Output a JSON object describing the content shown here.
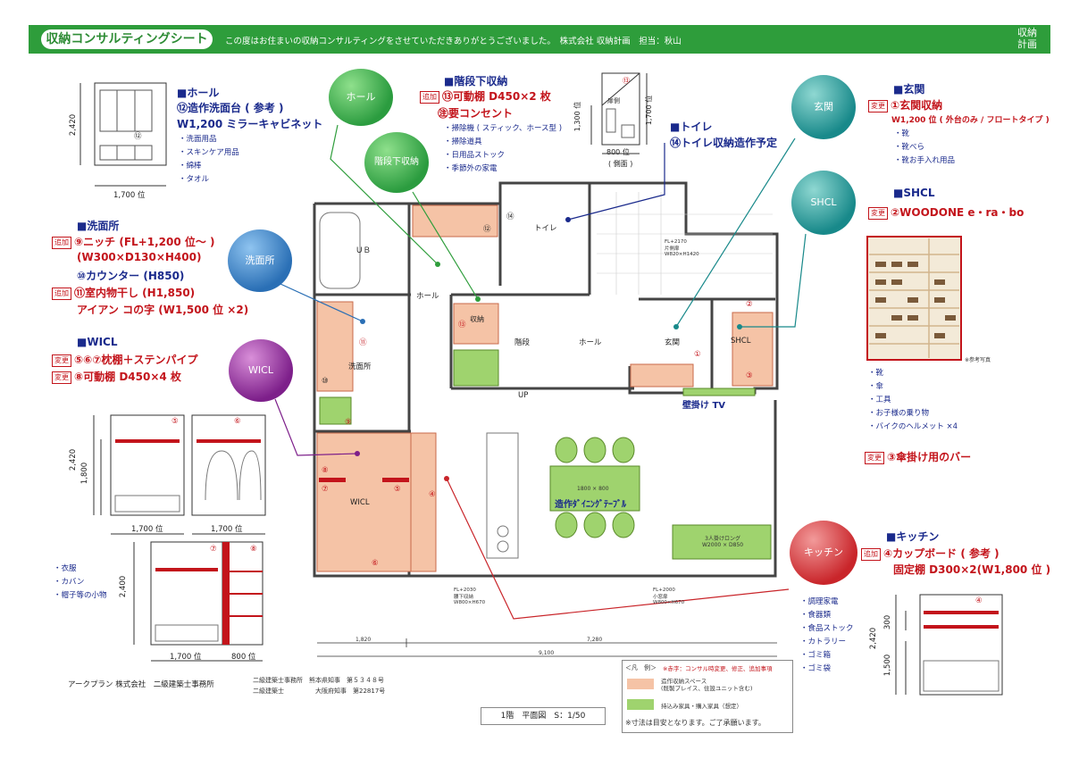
{
  "header": {
    "title": "収納コンサルティングシート",
    "message": "この度はお住まいの収納コンサルティングをさせていただきありがとうございました。　株式会社 収納計画　担当：秋山",
    "logo": "収納\n計画"
  },
  "badges": {
    "add": "追加",
    "change": "変更"
  },
  "circles": {
    "hall": "ホール",
    "stair": "階段下収納",
    "wash": "洗面所",
    "wicl": "WICL",
    "genkan": "玄関",
    "shcl": "SHCL",
    "kitchen": "キッチン"
  },
  "hall": {
    "title": "■ホール",
    "line1": "⑫造作洗面台 ( 参考 )",
    "line2": "W1,200 ミラーキャビネット",
    "items": [
      "・洗面用品",
      "・スキンケア用品",
      "・綿棒",
      "・タオル"
    ],
    "dim_w": "1,700 位",
    "dim_h": "2,420",
    "num": "⑫"
  },
  "stair": {
    "title": "■階段下収納",
    "line1": "⑬可動棚 D450×2 枚",
    "line2": "㊟要コンセント",
    "items": [
      "・掃除機 ( スティック、ホース型 )",
      "・掃除道具",
      "・日用品ストック",
      "・季節外の家電"
    ],
    "dim_h1": "1,300 位",
    "dim_h2": "1,700 位",
    "dim_w": "800 位",
    "dim_note": "( 側面 )",
    "num": "⑬",
    "label": "扉側"
  },
  "toilet": {
    "title": "■トイレ",
    "line1": "⑭トイレ収納造作予定"
  },
  "genkan": {
    "title": "■玄関",
    "line1": "①玄関収納",
    "line2": "W1,200 位 ( 外台のみ / フロートタイプ )",
    "items": [
      "・靴",
      "・靴べら",
      "・靴お手入れ用品"
    ]
  },
  "shcl": {
    "title": "■SHCL",
    "line1": "②WOODONE e・ra・bo",
    "photo_note": "※参考写真",
    "items": [
      "・靴",
      "・傘",
      "・工具",
      "・お子様の乗り物",
      "・バイクのヘルメット ×4"
    ],
    "extra": "③傘掛け用のバー"
  },
  "wash": {
    "title": "■洗面所",
    "line1": "⑨ニッチ (FL+1,200 位～ )",
    "line2": "(W300×D130×H400)",
    "line3": "⑩カウンター (H850)",
    "line4": "⑪室内物干し (H1,850)",
    "line5": "アイアン コの字 (W1,500 位 ×2)"
  },
  "wicl": {
    "title": "■WICL",
    "line1": "⑤⑥⑦枕棚＋ステンパイプ",
    "line2": "⑧可動棚 D450×4 枚",
    "items": [
      "・衣服",
      "・カバン",
      "・帽子等の小物"
    ],
    "dim_h1": "2,420",
    "dim_h2": "1,800",
    "dim_h3": "2,400",
    "dim_w1": "1,700 位",
    "dim_w2": "1,700 位",
    "dim_w3": "1,700 位",
    "dim_w4": "800 位"
  },
  "kitchen": {
    "title": "■キッチン",
    "line1": "④カップボード ( 参考 )",
    "line2": "固定棚 D300×2(W1,800 位 )",
    "items": [
      "・調理家電",
      "・食器類",
      "・食品ストック",
      "・カトラリー",
      "・ゴミ箱",
      "・ゴミ袋"
    ],
    "dim_h1": "2,420",
    "dim_h2": "300",
    "dim_h3": "1,500",
    "num": "④"
  },
  "plan": {
    "rooms": {
      "ub": "ＵＢ",
      "hall1": "ホール",
      "toilet": "トイレ",
      "stair_st": "収納",
      "stair": "階段",
      "hall2": "ホール",
      "genkan": "玄関",
      "shcl": "SHCL",
      "wash": "洗面所",
      "wicl": "WICL",
      "up": "UP"
    },
    "tv": "壁掛け TV",
    "table": "造作ﾀﾞｲﾆﾝｸﾞﾃｰﾌﾞﾙ",
    "table_size": "1800 × 800",
    "sofa": "3人掛けロング\nW2000 × D850",
    "fl_notes": [
      "FL+2170\n片側扉\nW820×H1420",
      "FL+2030\n腰下収納\nW800×H670",
      "FL+2000\n小窓扉\nW800×H670"
    ],
    "dims": [
      "1,820",
      "7,280",
      "9,100"
    ],
    "nums": [
      "①",
      "②",
      "③",
      "④",
      "⑤",
      "⑥",
      "⑦",
      "⑧",
      "⑨",
      "⑩",
      "⑪",
      "⑫",
      "⑬",
      "⑭"
    ]
  },
  "footer": {
    "company": "アークプラン 株式会社　二級建築士事務所",
    "reg1": "二級建築士事務所　熊本県知事　第５３４８号",
    "reg2": "二級建築士　　　　　大阪府知事　第22817号",
    "plan_label": "1階　平面図　S：1/50"
  },
  "legend": {
    "title": "＜凡　例＞",
    "note": "※赤字：コンサル時変更、修正、追加事項",
    "row1": "造作収納スペース\n(既製プレイス、住設ユニット含む)",
    "row2": "持込み家具・購入家具（想定）",
    "footnote": "※寸法は目安となります。ご了承願います。"
  },
  "colors": {
    "header_green": "#2e9d3b",
    "navy": "#1a2a8c",
    "red": "#c3141b",
    "storage_fill": "#f5c3a6",
    "furniture_fill": "#9fd36e"
  }
}
